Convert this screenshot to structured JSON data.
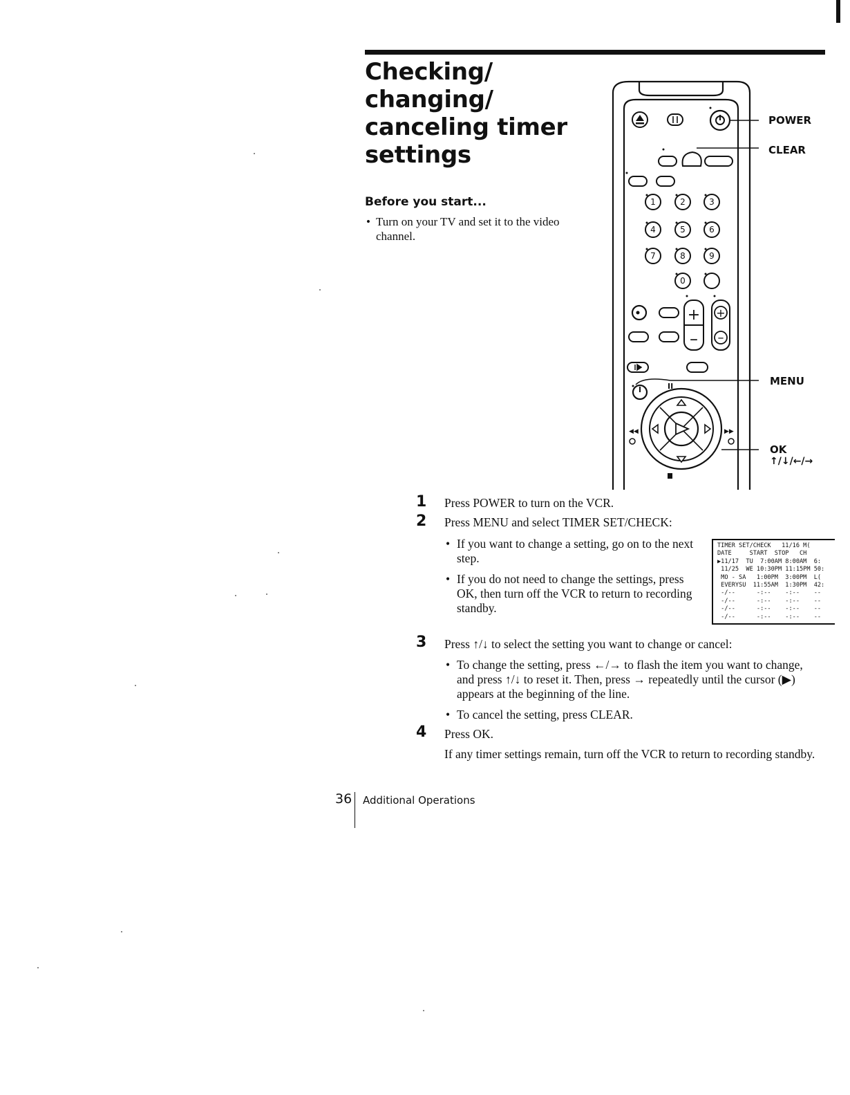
{
  "title_lines": [
    "Checking/",
    "changing/",
    "canceling timer",
    "settings"
  ],
  "before_you_start": {
    "heading": "Before you start...",
    "items": [
      "Turn on your TV and set it to the video channel."
    ]
  },
  "remote_callouts": {
    "power": "POWER",
    "clear": "CLEAR",
    "menu": "MENU",
    "ok": "OK",
    "arrows": "↑/↓/←/→"
  },
  "remote_keys": {
    "numbers": [
      "1",
      "2",
      "3",
      "4",
      "5",
      "6",
      "7",
      "8",
      "9",
      "0"
    ],
    "pause": "II",
    "rew": "◀◀",
    "ff": "▶▶"
  },
  "steps": [
    {
      "num": "1",
      "text": "Press POWER to turn on the VCR."
    },
    {
      "num": "2",
      "text": "Press MENU and select TIMER SET/CHECK:",
      "bullets": [
        "If you want to change a setting, go on to the next step.",
        "If you do not need to change the settings, press OK, then turn off the VCR to return to recording standby."
      ]
    },
    {
      "num": "3",
      "text": "Press ↑/↓ to select the setting you want to change or cancel:",
      "bullets": [
        "To change the setting, press ←/→ to flash the item you want to change, and press ↑/↓ to reset it. Then, press → repeatedly until the cursor (▶) appears at the beginning of the line.",
        "To cancel the setting, press CLEAR."
      ]
    },
    {
      "num": "4",
      "text": "Press OK.",
      "note": "If any timer settings remain, turn off the VCR to return to recording standby."
    }
  ],
  "osd": {
    "title": "TIMER SET/CHECK   11/16 M(",
    "header": "DATE     START  STOP   CH",
    "rows": [
      "▶11/17  TU  7:00AM 8:00AM  6:",
      " 11/25  WE 10:30PM 11:15PM 50:",
      " MO - SA   1:00PM  3:00PM  L(",
      " EVERYSU  11:55AM  1:30PM  42:",
      " -/--      -:--    -:--    --",
      " -/--      -:--    -:--    --",
      " -/--      -:--    -:--    --",
      " -/--      -:--    -:--    --"
    ]
  },
  "footer": {
    "page_number": "36",
    "section": "Additional Operations"
  }
}
